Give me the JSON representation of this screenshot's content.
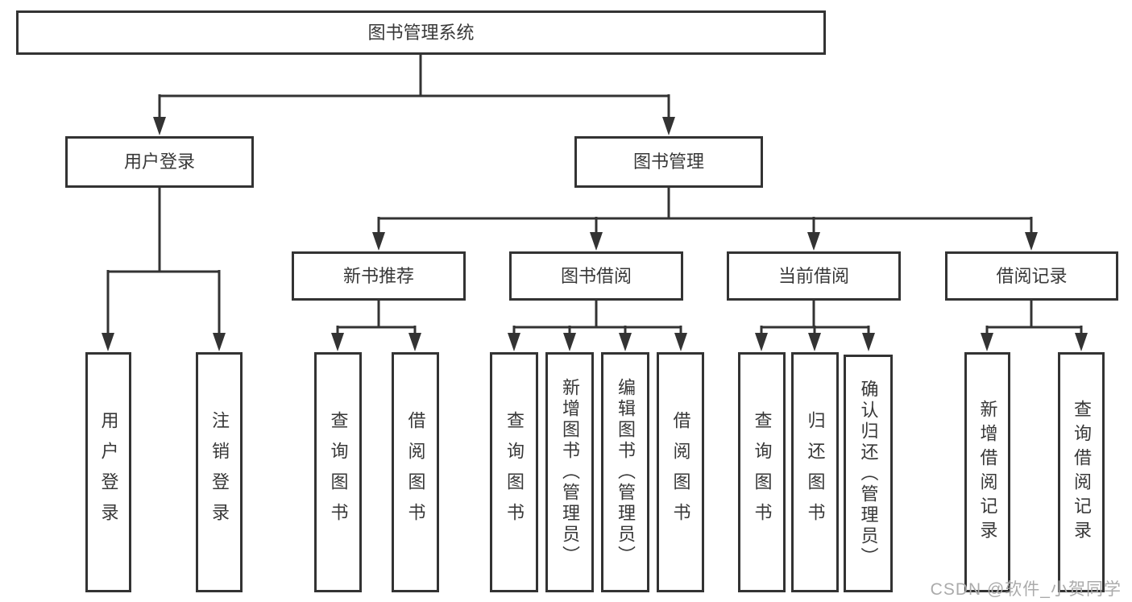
{
  "diagram_type": "hierarchy-tree",
  "colors": {
    "line": "#333333",
    "box_border": "#333333",
    "text": "#383838",
    "watermark": "#ababab",
    "background": "#ffffff"
  },
  "watermark": "CSDN @软件_小贺同学",
  "tree": {
    "label": "图书管理系统",
    "children": [
      {
        "label": "用户登录",
        "children": [
          {
            "label": "用户登录"
          },
          {
            "label": "注销登录"
          }
        ]
      },
      {
        "label": "图书管理",
        "children": [
          {
            "label": "新书推荐",
            "children": [
              {
                "label": "查询图书"
              },
              {
                "label": "借阅图书"
              }
            ]
          },
          {
            "label": "图书借阅",
            "children": [
              {
                "label": "查询图书"
              },
              {
                "label": "新增图书（管理员）"
              },
              {
                "label": "编辑图书（管理员）"
              },
              {
                "label": "借阅图书"
              }
            ]
          },
          {
            "label": "当前借阅",
            "children": [
              {
                "label": "查询图书"
              },
              {
                "label": "归还图书"
              },
              {
                "label": "确认归还（管理员）"
              }
            ]
          },
          {
            "label": "借阅记录",
            "children": [
              {
                "label": "新增借阅记录"
              },
              {
                "label": "查询借阅记录"
              }
            ]
          }
        ]
      }
    ]
  }
}
